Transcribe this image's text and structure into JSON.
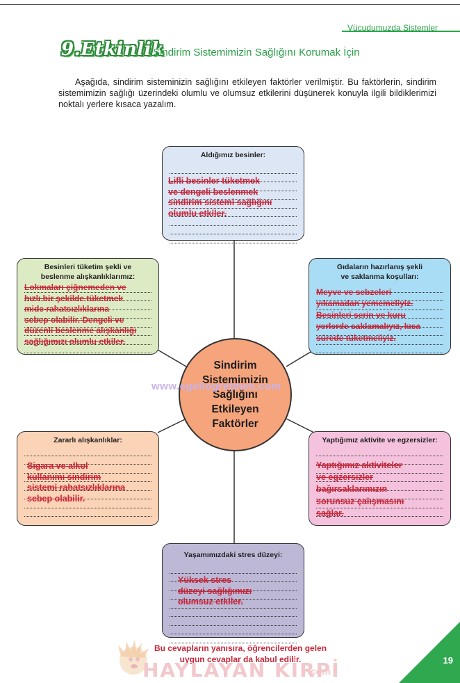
{
  "header": {
    "section": "Vücudumuzda Sistemler"
  },
  "activity": {
    "badge": "9.Etkinlik",
    "colon": ":",
    "title": "Sindirim Sistemimizin Sağlığını Korumak İçin",
    "intro": "Aşağıda, sindirim sisteminizin sağlığını etkileyen faktörler verilmiştir. Bu faktörlerin, sindirim sistemimizin sağlığı üzerindeki olumlu ve olumsuz etkilerini düşünerek konuyla ilgili bildiklerimizi noktalı yerlere kısaca yazalım."
  },
  "center": {
    "lines": [
      "Sindirim",
      "Sistemimizin",
      "Sağlığını",
      "Etkileyen",
      "Faktörler"
    ]
  },
  "watermark": "www.egeliogretmen.com",
  "boxes": {
    "top": {
      "color": "#dce6f4",
      "title": "Aldığımız besinler:",
      "answer": [
        "Lifli besinler tüketmek",
        "ve dengeli beslenmek",
        "sindirim sistemi sağlığını",
        "olumlu etkiler."
      ]
    },
    "upper_left": {
      "color": "#ddebc4",
      "title": [
        "Besinleri tüketim şekli ve",
        "beslenme alışkanlıklarımız:"
      ],
      "answer": [
        "Lokmaları çiğnemeden ve",
        "hızlı bir şekilde tüketmek",
        "mide rahatsızlıklarına",
        "sebep olabilir. Dengeli ve",
        "düzenli beslenme alışkanlığı",
        "sağlığımızı olumlu etkiler."
      ]
    },
    "upper_right": {
      "color": "#a9dcf5",
      "title": [
        "Gıdaların hazırlanış şekli",
        "ve saklanma koşulları:"
      ],
      "answer": [
        "Meyve ve sebzeleri",
        "yıkamadan yememeliyiz.",
        "Besinleri serin ve kuru",
        "yerlerde saklamalıyız, kısa",
        "sürede tüketmeliyiz."
      ]
    },
    "lower_left": {
      "color": "#fbd3b6",
      "title": "Zararlı alışkanlıklar:",
      "answer": [
        "Sigara ve alkol",
        "kullanımı sindirim",
        "sistemi rahatsızlıklarına",
        "sebep olabilir."
      ]
    },
    "lower_right": {
      "color": "#f4c2dc",
      "title": "Yaptığımız aktivite ve egzersizler:",
      "answer": [
        "Yaptığımız aktiviteler",
        "ve egzersizler",
        "bağırsaklarımızın",
        "sorunsuz çalışmasını",
        "sağlar."
      ]
    },
    "bottom": {
      "color": "#bcb8d6",
      "title": "Yaşamımızdaki stres düzeyi:",
      "answer": [
        "Yüksek stres",
        "düzeyi sağlığımızı",
        "olumsuz etkiler."
      ]
    }
  },
  "footer": {
    "note": [
      "Bu cevapların yanısıra, öğrencilerden gelen",
      "uygun cevaplar da kabul edilir."
    ],
    "brand": "HAYLAYAN KİRPİ",
    "brand_suffix": ".com",
    "page_number": "19",
    "corner_color": "#2fa84f"
  }
}
